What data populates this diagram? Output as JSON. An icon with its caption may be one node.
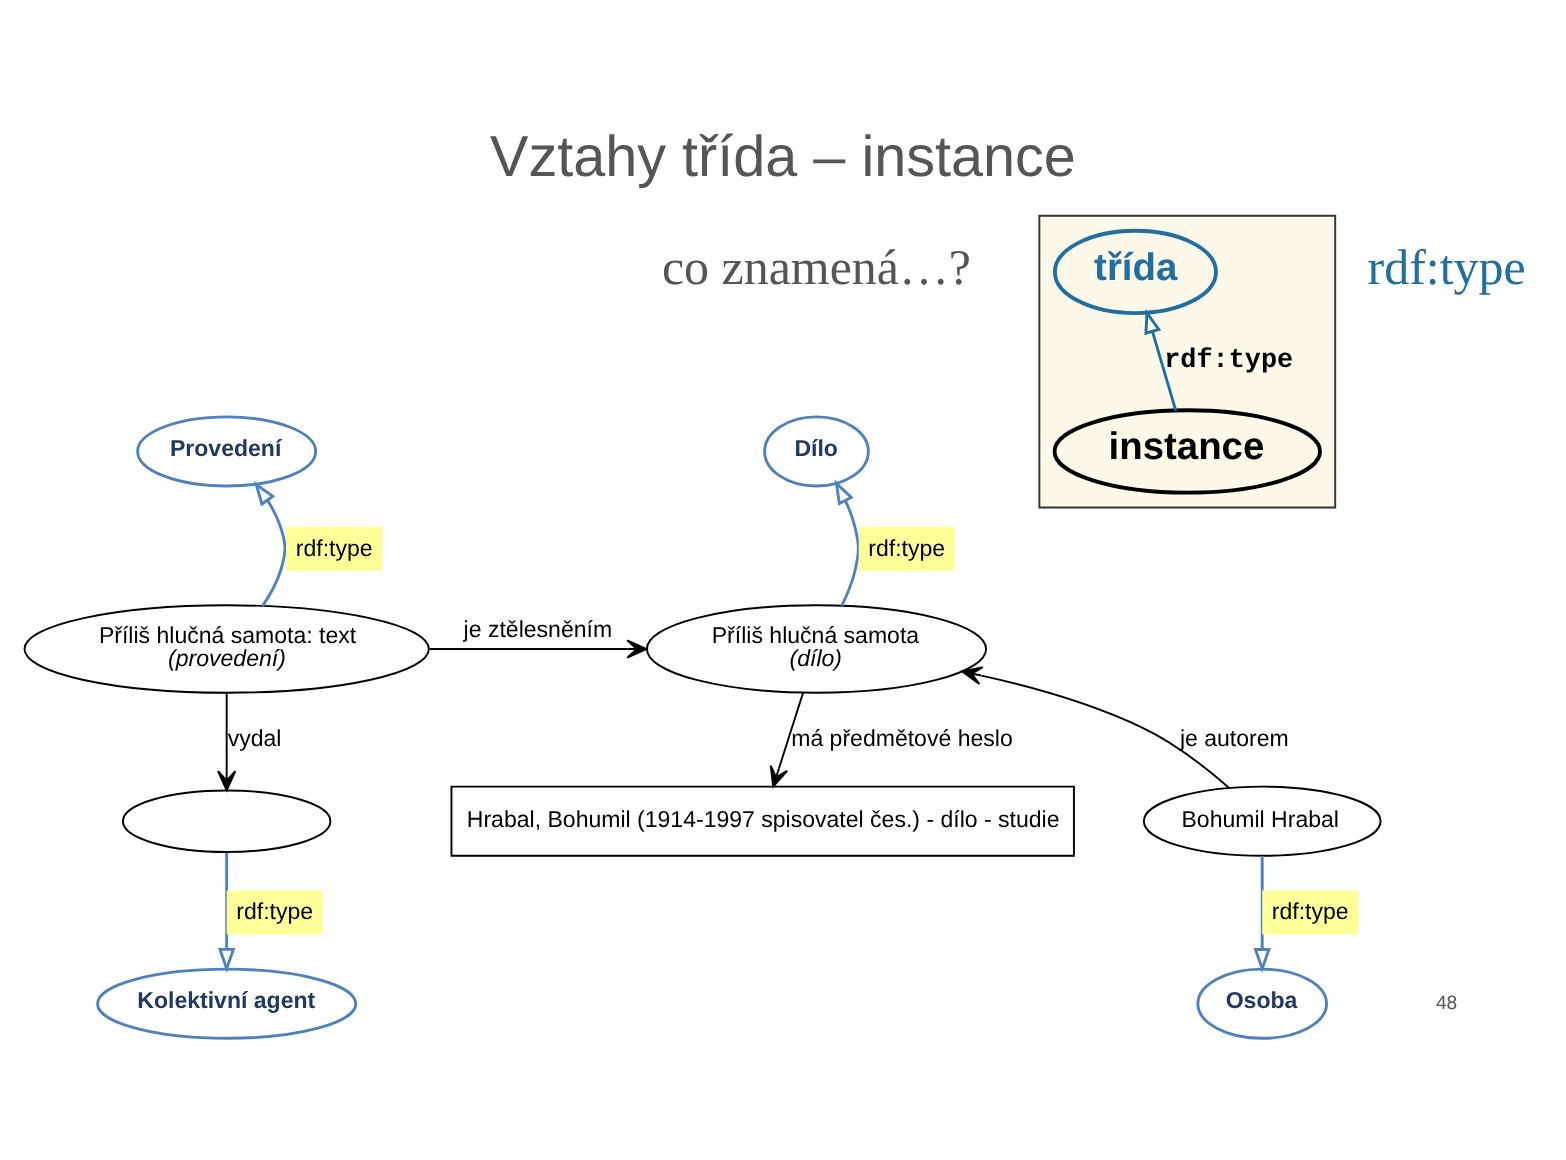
{
  "diagram": {
    "title": "Vztahy třída – instance",
    "nodes": [
      {
        "text": [
          "Dílo"
        ]
      },
      {
        "text": [
          "Provedení"
        ]
      },
      {
        "text": [
          "Příliš hlučná samota",
          "(dílo)"
        ]
      },
      {
        "text": [
          "Příliš hlučná samota: text",
          "(provedení)"
        ]
      },
      {
        "text": [
          "Hrabal, Bohumil (1914-1997 spisovatel čes.) - dílo - studie"
        ]
      },
      {
        "text": [
          "Bohumil Hrabal"
        ]
      },
      {
        "text": [],
        "shape": "ellipse"
      },
      {
        "text": [
          "Osoba"
        ]
      },
      {
        "text": [
          "Kolektivní agent"
        ]
      },
      {
        "text": [],
        "shape": "box"
      },
      {
        "text": [
          "třída"
        ],
        "in": 9
      },
      {
        "text": [
          "instance"
        ],
        "in": 9
      }
    ],
    "edges": [
      {
        "from": 2,
        "to": 0,
        "arrow": "to",
        "label": "rdf:type",
        "color": "#4f81bd"
      },
      {
        "from": 3,
        "to": 1,
        "arrow": "to",
        "label": "rdf:type",
        "color": "#4f81bd"
      },
      {
        "from": 3,
        "to": 2,
        "arrow": "to",
        "label": "je ztělesněním",
        "color": "#000000"
      },
      {
        "from": 2,
        "to": 4,
        "arrow": "to",
        "label": "má předmětové heslo",
        "color": "#000000"
      },
      {
        "from": 5,
        "to": 2,
        "arrow": "to",
        "label": "je autorem",
        "color": "#000000"
      },
      {
        "from": 3,
        "to": 6,
        "arrow": "to",
        "label": "vydal",
        "color": "#000000"
      },
      {
        "from": 5,
        "to": 7,
        "arrow": "to",
        "label": "rdf:type",
        "color": "#4f81bd"
      },
      {
        "from": 6,
        "to": 8,
        "arrow": "to",
        "label": "rdf:type",
        "color": "#4f81bd"
      },
      {
        "from": 11,
        "to": 10,
        "arrow": "to",
        "label": "rdf:type",
        "color": "#1f6fa3"
      }
    ],
    "labels": [
      "co znamená…?",
      "rdf:type",
      "48"
    ]
  }
}
